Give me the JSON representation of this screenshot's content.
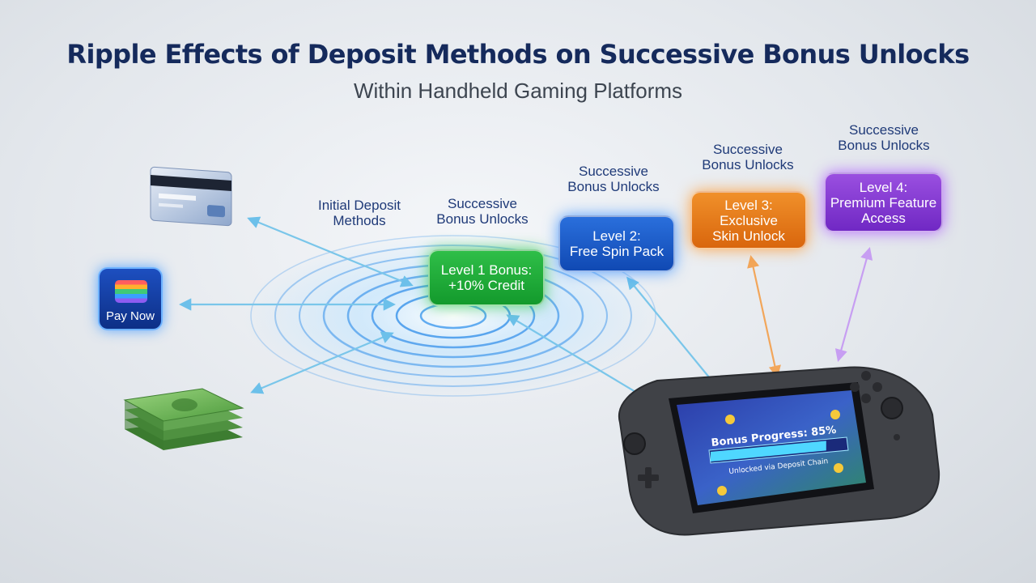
{
  "title": "Ripple Effects of Deposit Methods on Successive Bonus Unlocks",
  "subtitle": "Within Handheld Gaming Platforms",
  "labels": {
    "initial": [
      "Initial Deposit",
      "Methods"
    ],
    "successive": [
      "Successive",
      "Bonus Unlocks"
    ]
  },
  "deposit_methods": {
    "paynow_label": "Pay Now"
  },
  "bonuses": [
    {
      "lines": [
        "Level 1 Bonus:",
        "+10% Credit"
      ],
      "color": "#1fa838"
    },
    {
      "lines": [
        "Level 2:",
        "Free Spin Pack"
      ],
      "color": "#1a5acb"
    },
    {
      "lines": [
        "Level 3:",
        "Exclusive",
        "Skin Unlock"
      ],
      "color": "#e4781a"
    },
    {
      "lines": [
        "Level 4:",
        "Premium Feature",
        "Access"
      ],
      "color": "#8438d2"
    }
  ],
  "console": {
    "progress_text": "Bonus Progress: 85%",
    "progress_value": 0.85,
    "caption": "Unlocked via Deposit Chain"
  },
  "colors": {
    "title": "#152a5c",
    "ripple": "#3d8ee8",
    "arrow": "#7ac6ea"
  }
}
